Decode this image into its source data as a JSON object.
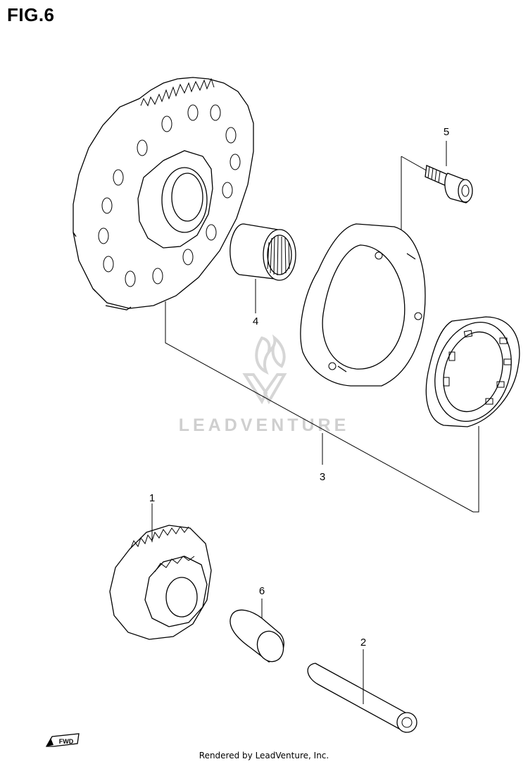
{
  "figure": {
    "title": "FIG.6"
  },
  "callouts": [
    {
      "id": "1",
      "label": "1"
    },
    {
      "id": "2",
      "label": "2"
    },
    {
      "id": "3",
      "label": "3"
    },
    {
      "id": "4",
      "label": "4"
    },
    {
      "id": "5",
      "label": "5"
    },
    {
      "id": "6",
      "label": "6"
    }
  ],
  "watermark": {
    "text": "LEADVENTURE",
    "color": "#cfcfcf"
  },
  "direction_badge": {
    "text": "FWD"
  },
  "footer": {
    "text": "Rendered by LeadVenture, Inc."
  },
  "colors": {
    "line": "#000000",
    "background": "#ffffff"
  }
}
